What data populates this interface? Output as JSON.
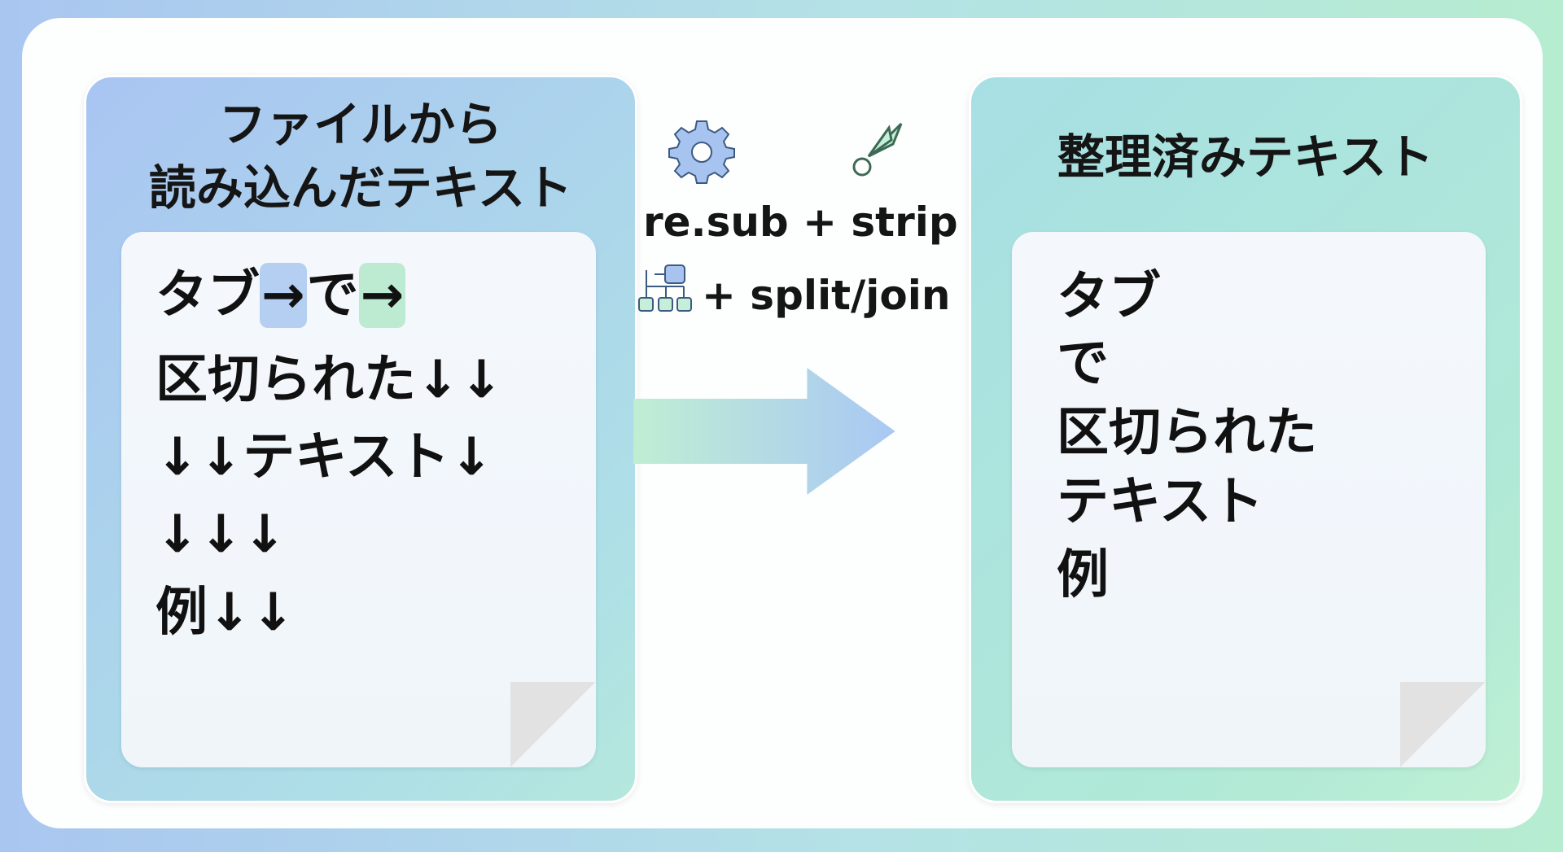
{
  "left_panel": {
    "title_line1": "ファイルから",
    "title_line2": "読み込んだテキスト",
    "lines": [
      [
        "タブ",
        "→",
        "で",
        "→"
      ],
      "区切られた↓↓",
      "↓↓テキスト↓",
      "↓↓↓",
      "例↓↓"
    ]
  },
  "middle": {
    "step1_label": "re.sub + strip",
    "step1_icons": [
      "gear-icon",
      "scissors-icon"
    ],
    "step2_label": "+ split/join",
    "step2_icon": "flowchart-icon",
    "arrow_colors": [
      "#bfeed4",
      "#a9c8f3"
    ]
  },
  "right_panel": {
    "title": "整理済みテキスト",
    "lines": [
      "タブ",
      "で",
      "区切られた",
      "テキスト",
      "例"
    ]
  }
}
